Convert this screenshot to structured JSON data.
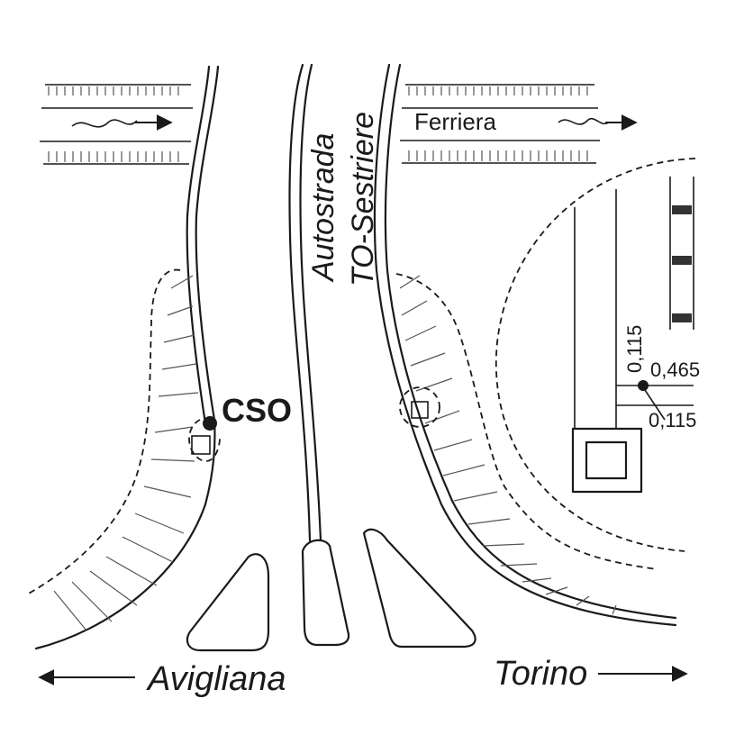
{
  "map": {
    "labels": {
      "station": "CSO",
      "highway_line1": "Autostrada",
      "highway_line2": "TO-Sestriere",
      "river": "Ferriera",
      "left_destination": "Avigliana",
      "right_destination": "Torino"
    },
    "inset": {
      "offset_top": "0,115",
      "offset_bottom": "0,115",
      "offset_right": "0,465"
    },
    "colors": {
      "ink": "#1a1a1a",
      "hatch": "#555555",
      "background": "#ffffff"
    },
    "icons": {
      "station_marker": "filled-circle",
      "arrows": "arrow"
    }
  }
}
